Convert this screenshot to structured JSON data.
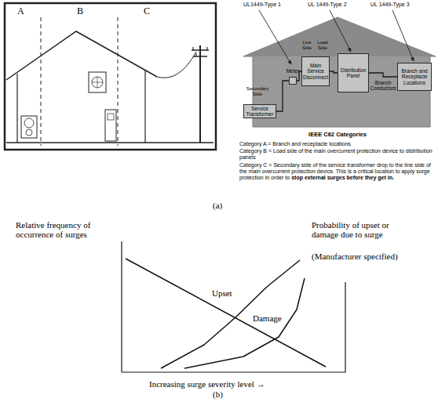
{
  "diagram": {
    "nodes": [
      {
        "text": [
          "Service Transformer"
        ]
      },
      {
        "text": [
          "Meter"
        ]
      },
      {
        "text": [
          "Main Service Disconnect"
        ]
      },
      {
        "text": [
          "Distribution Panel"
        ]
      },
      {
        "text": [
          "Branch and Receptacle Locations"
        ]
      }
    ],
    "edges": [
      {
        "from": 0,
        "to": 1,
        "arrow": "none"
      },
      {
        "from": 1,
        "to": 2,
        "arrow": "none"
      },
      {
        "from": 2,
        "to": 3,
        "arrow": "none"
      },
      {
        "from": 3,
        "to": 4,
        "label": "Branch Conductors",
        "arrow": "none"
      }
    ],
    "labels": [
      "A",
      "B",
      "C",
      "UL1449-Type 1",
      "UL 1449-Type 2",
      "UL 1449-Type 3",
      "Secondary Side",
      "Line Side",
      "Load Side",
      "IEEE C62 Categories",
      "Category A = Branch and receptacle locations",
      "Category B = Load side of the main overcurrent protection device to distribution panels",
      "Category C = Secondary side of the service transformer drop to the line side of the main overcurrent protection device. This is a critical location to apply surge protection in order to",
      "stop external surges before they get in.",
      "(a)",
      "Relative frequency of occurrence of surges",
      "Probability of upset or damage due to surge",
      "(Manufacturer specified)",
      "Upset",
      "Damage",
      "Increasing surge severity level →",
      "(b)"
    ]
  }
}
